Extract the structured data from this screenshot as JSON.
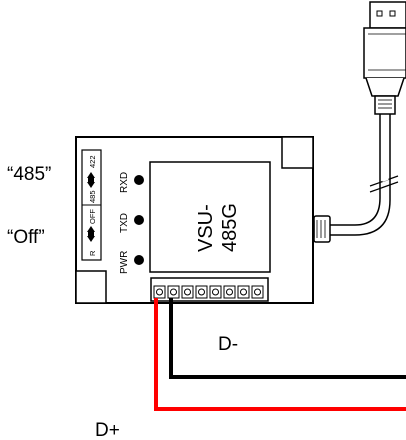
{
  "labels": {
    "switch_top_setting": "“485”",
    "switch_bottom_setting": "“Off”",
    "wire_minus": "D-",
    "wire_plus": "D+"
  },
  "device": {
    "model_line1": "VSU-",
    "model_line2": "485G",
    "led_rxd": "RXD",
    "led_txd": "TXD",
    "led_pwr": "PWR",
    "switch_top_a": "485",
    "switch_top_b": "422",
    "switch_bottom_a": "R",
    "switch_bottom_b": "OFF"
  },
  "colors": {
    "wire_minus": "#000000",
    "wire_plus": "#ff0000"
  }
}
